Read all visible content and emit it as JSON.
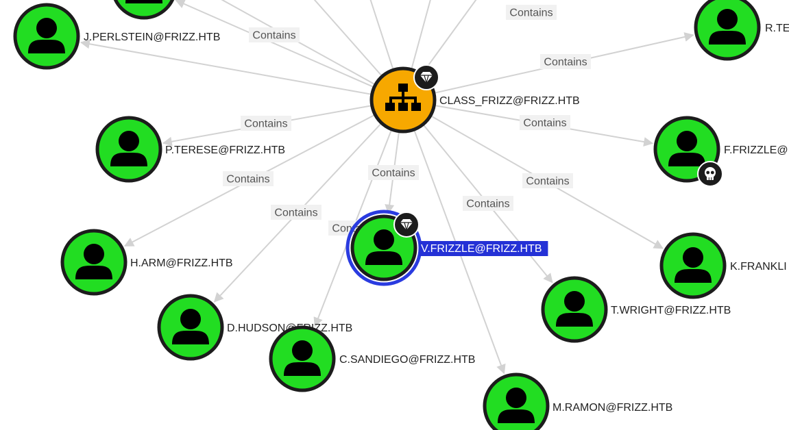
{
  "edge_label": "Contains",
  "colors": {
    "user_node": "#22dd22",
    "group_node": "#f7a800",
    "node_border": "#1c1c1c",
    "edge": "#d2d2d2",
    "selection": "#2431d6",
    "badge": "#1c1c1c"
  },
  "group": {
    "label": "CLASS_FRIZZ@FRIZZ.HTB",
    "icon": "group-hierarchy-icon",
    "badge": "high-value-diamond-icon"
  },
  "users": [
    {
      "id": "jperlstein",
      "label": "J.PERLSTEIN@FRIZZ.HTB",
      "icon": "user-icon",
      "badge": null,
      "selected": false
    },
    {
      "id": "rte",
      "label": "R.TE",
      "icon": "user-icon",
      "badge": null,
      "selected": false
    },
    {
      "id": "pterese",
      "label": "P.TERESE@FRIZZ.HTB",
      "icon": "user-icon",
      "badge": null,
      "selected": false
    },
    {
      "id": "ffrizzle",
      "label": "F.FRIZZLE@I",
      "icon": "user-icon",
      "badge": "owned-skull-icon",
      "selected": false
    },
    {
      "id": "harm",
      "label": "H.ARM@FRIZZ.HTB",
      "icon": "user-icon",
      "badge": null,
      "selected": false
    },
    {
      "id": "vfrizzle",
      "label": "V.FRIZZLE@FRIZZ.HTB",
      "icon": "user-icon",
      "badge": "high-value-diamond-icon",
      "selected": true
    },
    {
      "id": "kfranklin",
      "label": "K.FRANKLI",
      "icon": "user-icon",
      "badge": null,
      "selected": false
    },
    {
      "id": "twright",
      "label": "T.WRIGHT@FRIZZ.HTB",
      "icon": "user-icon",
      "badge": null,
      "selected": false
    },
    {
      "id": "dhudson",
      "label": "D.HUDSON@FRIZZ.HTB",
      "icon": "user-icon",
      "badge": null,
      "selected": false
    },
    {
      "id": "csandiego",
      "label": "C.SANDIEGO@FRIZZ.HTB",
      "icon": "user-icon",
      "badge": null,
      "selected": false
    },
    {
      "id": "mramon",
      "label": "M.RAMON@FRIZZ.HTB",
      "icon": "user-icon",
      "badge": null,
      "selected": false
    },
    {
      "id": "top-left-partial",
      "label": "",
      "icon": "user-icon",
      "badge": null,
      "selected": false
    }
  ]
}
